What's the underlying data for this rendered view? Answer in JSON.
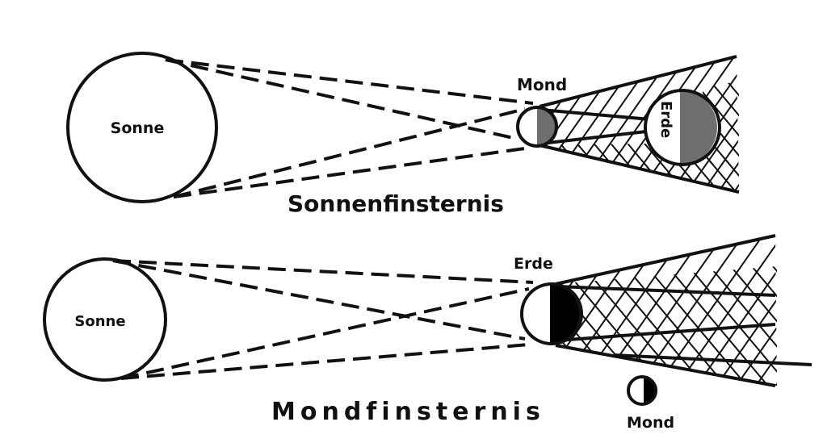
{
  "solar_eclipse": {
    "title": "Sonnenfinsternis",
    "sun_label": "Sonne",
    "moon_label": "Mond",
    "earth_label": "Erde"
  },
  "lunar_eclipse": {
    "title": "Mondfinsternis",
    "sun_label": "Sonne",
    "earth_label": "Erde",
    "moon_label": "Mond"
  },
  "colors": {
    "ink": "#111111",
    "shadow_gray": "#6e6e6e",
    "background": "#ffffff"
  }
}
